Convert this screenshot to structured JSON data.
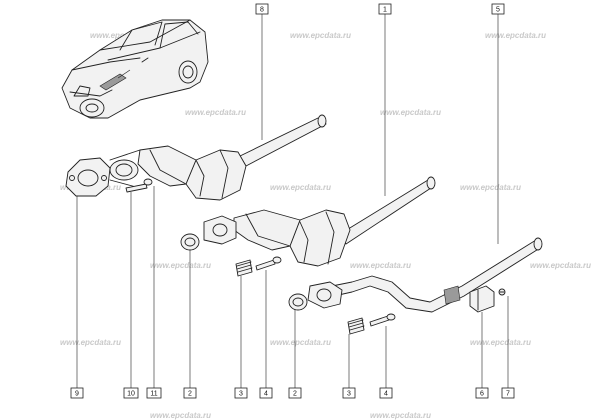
{
  "watermark": "www.epcdata.ru",
  "callouts": [
    {
      "id": "c8",
      "label": "8"
    },
    {
      "id": "c1",
      "label": "1"
    },
    {
      "id": "c5",
      "label": "5"
    },
    {
      "id": "c9",
      "label": "9"
    },
    {
      "id": "c10",
      "label": "10"
    },
    {
      "id": "c11",
      "label": "11"
    },
    {
      "id": "c2a",
      "label": "2"
    },
    {
      "id": "c3a",
      "label": "3"
    },
    {
      "id": "c4a",
      "label": "4"
    },
    {
      "id": "c2b",
      "label": "2"
    },
    {
      "id": "c3b",
      "label": "3"
    },
    {
      "id": "c4b",
      "label": "4"
    },
    {
      "id": "c6",
      "label": "6"
    },
    {
      "id": "c7",
      "label": "7"
    }
  ]
}
